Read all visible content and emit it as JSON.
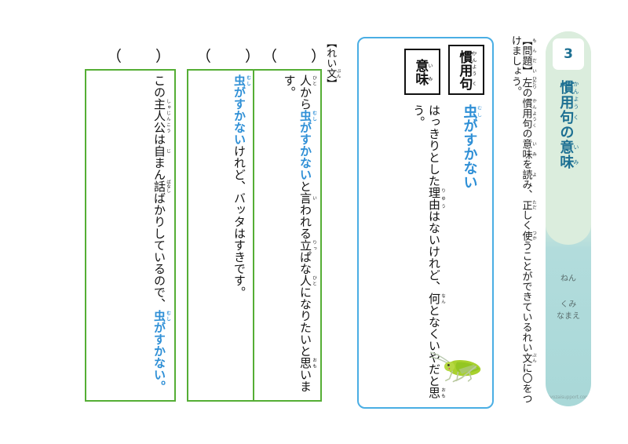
{
  "sidebar": {
    "number": "3",
    "title_main": "慣用句の意味",
    "title_ruby": [
      {
        "base": "慣",
        "rt": "かん"
      },
      {
        "base": "用",
        "rt": "よう"
      },
      {
        "base": "句",
        "rt": "く"
      },
      {
        "base": "の",
        "rt": ""
      },
      {
        "base": "意",
        "rt": "い"
      },
      {
        "base": "味",
        "rt": "み"
      }
    ],
    "name_fields": [
      "ねん",
      "くみ",
      "なまえ"
    ],
    "watermark": "kyozaisupport.com",
    "colors": {
      "top_bg": "#dbeddd",
      "bottom_bg": "#a9d8d8",
      "title_text": "#1c6f92"
    }
  },
  "instruction": {
    "text": "【問題】左の慣用句の意味を読み、正しく使うことができているれい文に〇をつけましょう。",
    "segments": [
      {
        "base": "【問題】",
        "rt": "もんだい"
      },
      {
        "base": "左",
        "rt": "ひだり"
      },
      {
        "base": "の",
        "rt": ""
      },
      {
        "base": "慣用句",
        "rt": "かんようく"
      },
      {
        "base": "の",
        "rt": ""
      },
      {
        "base": "意味",
        "rt": "いみ"
      },
      {
        "base": "を",
        "rt": ""
      },
      {
        "base": "読",
        "rt": "よ"
      },
      {
        "base": "み、",
        "rt": ""
      },
      {
        "base": "正",
        "rt": "ただ"
      },
      {
        "base": "しく",
        "rt": ""
      },
      {
        "base": "使",
        "rt": "つか"
      },
      {
        "base": "うことができているれい",
        "rt": ""
      },
      {
        "base": "文",
        "rt": "ぶん"
      },
      {
        "base": "に〇をつけましょう。",
        "rt": ""
      }
    ]
  },
  "idiom_box": {
    "label_kanyouku": "慣用句",
    "label_kanyouku_ruby": [
      {
        "base": "慣",
        "rt": "かん"
      },
      {
        "base": "用",
        "rt": "よう"
      },
      {
        "base": "句",
        "rt": "く"
      }
    ],
    "label_imi": "意味",
    "label_imi_ruby": [
      {
        "base": "意",
        "rt": "い"
      },
      {
        "base": "味",
        "rt": "み"
      }
    ],
    "idiom": "虫がすかない",
    "idiom_ruby": [
      {
        "base": "虫",
        "rt": "むし"
      },
      {
        "base": "がすかない",
        "rt": ""
      }
    ],
    "meaning": "はっきりとした理由はないけれど、何となくいやだと思う。",
    "meaning_ruby": [
      {
        "base": "はっきりとした",
        "rt": ""
      },
      {
        "base": "理由",
        "rt": "りゆう"
      },
      {
        "base": "はないけれど、",
        "rt": ""
      },
      {
        "base": "何",
        "rt": "なん"
      },
      {
        "base": "となくいやだと",
        "rt": ""
      },
      {
        "base": "思",
        "rt": "おも"
      },
      {
        "base": "う。",
        "rt": ""
      }
    ],
    "illustration": "grasshopper",
    "border_color": "#4aaee4",
    "idiom_color": "#2e8fd6"
  },
  "reibun_label": {
    "text": "【れい文】",
    "ruby": [
      {
        "base": "【れい",
        "rt": ""
      },
      {
        "base": "文",
        "rt": "ぶん"
      },
      {
        "base": "】",
        "rt": ""
      }
    ]
  },
  "answers": [
    {
      "id": 1,
      "paren": "（　）",
      "text": "人から虫がすかないと言われる立ぱな人になりたいと思います。",
      "segments": [
        {
          "base": "人",
          "rt": "ひと",
          "hl": false
        },
        {
          "base": "から",
          "rt": "",
          "hl": false
        },
        {
          "base": "虫",
          "rt": "むし",
          "hl": true
        },
        {
          "base": "がすかない",
          "rt": "",
          "hl": true
        },
        {
          "base": "と",
          "rt": "",
          "hl": false
        },
        {
          "base": "言",
          "rt": "い",
          "hl": false
        },
        {
          "base": "われる",
          "rt": "",
          "hl": false
        },
        {
          "base": "立",
          "rt": "りっ",
          "hl": false
        },
        {
          "base": "ぱな",
          "rt": "",
          "hl": false
        },
        {
          "base": "人",
          "rt": "ひと",
          "hl": false
        },
        {
          "base": "になりたいと",
          "rt": "",
          "hl": false
        },
        {
          "base": "思",
          "rt": "おも",
          "hl": false
        },
        {
          "base": "います。",
          "rt": "",
          "hl": false
        }
      ]
    },
    {
      "id": 2,
      "paren": "（　）",
      "text": "虫がすかないけれど、バッタはすきです。",
      "segments": [
        {
          "base": "虫",
          "rt": "むし",
          "hl": true
        },
        {
          "base": "がすかない",
          "rt": "",
          "hl": true
        },
        {
          "base": "けれど、バッタはすきです。",
          "rt": "",
          "hl": false
        }
      ]
    },
    {
      "id": 3,
      "paren": "（　）",
      "text": "この主人公は自まん話ばかりしているので、虫がすかない。",
      "segments": [
        {
          "base": "この",
          "rt": "",
          "hl": false
        },
        {
          "base": "主人公",
          "rt": "しゅじんこう",
          "hl": false
        },
        {
          "base": "は",
          "rt": "",
          "hl": false
        },
        {
          "base": "自",
          "rt": "じ",
          "hl": false
        },
        {
          "base": "まん",
          "rt": "",
          "hl": false
        },
        {
          "base": "話",
          "rt": "ばなし",
          "hl": false
        },
        {
          "base": "ばかりしているので、",
          "rt": "",
          "hl": false
        },
        {
          "base": "虫",
          "rt": "むし",
          "hl": true
        },
        {
          "base": "がすかない。",
          "rt": "",
          "hl": true
        }
      ]
    }
  ],
  "colors": {
    "answer_border": "#55ae35",
    "highlight": "#2e8fd6"
  }
}
